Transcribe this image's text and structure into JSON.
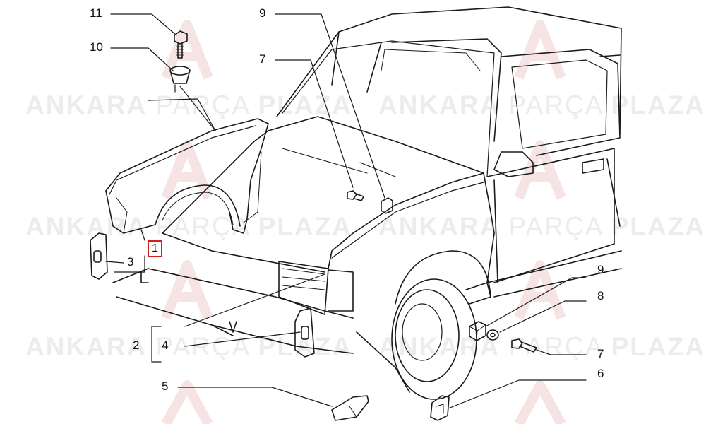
{
  "watermark": {
    "brand_1": "ANKARA",
    "brand_2": "PARÇA",
    "brand_3": "PLAZA"
  },
  "callouts": {
    "c1": "1",
    "c2": "2",
    "c3": "3",
    "c4": "4",
    "c5": "5",
    "c6": "6",
    "c7_left": "7",
    "c7_right": "7",
    "c8": "8",
    "c9_left": "9",
    "c9_right": "9",
    "c10": "10",
    "c11": "11"
  },
  "colors": {
    "line": "#1a1a1a",
    "highlight_box": "#d61c1c",
    "watermark": "#ececec"
  }
}
